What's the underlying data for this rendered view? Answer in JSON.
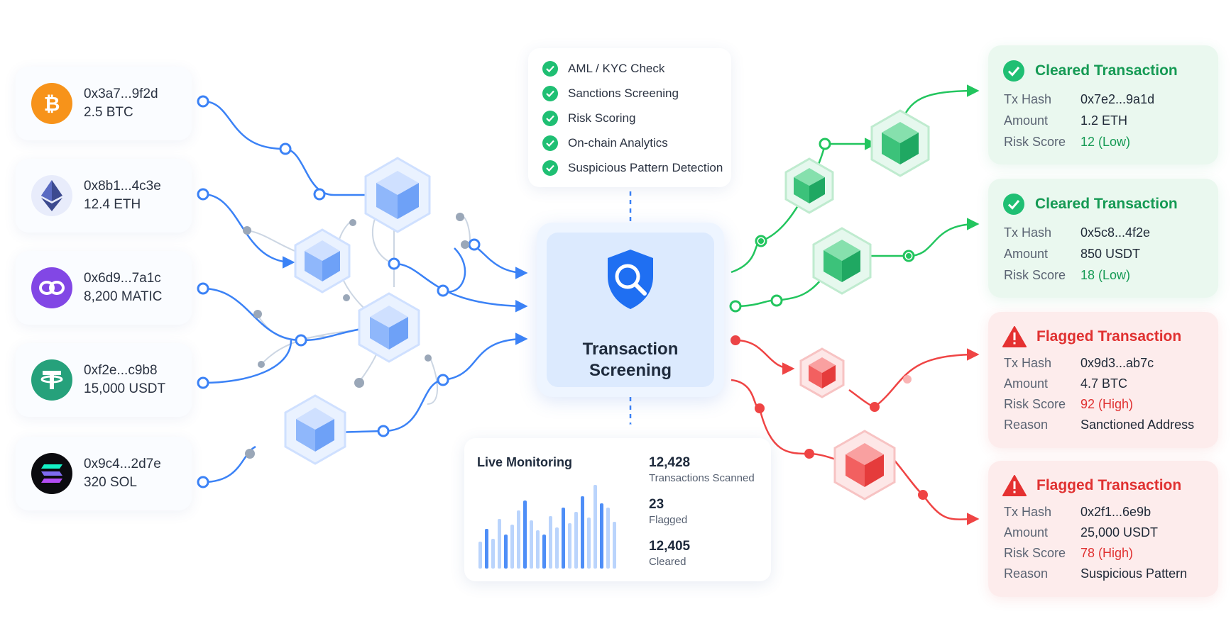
{
  "wallets": [
    {
      "address": "0x3a7...9f2d",
      "amount": "2.5 BTC",
      "icon": "bitcoin-icon",
      "color": "#f7931a"
    },
    {
      "address": "0x8b1...4c3e",
      "amount": "12.4 ETH",
      "icon": "ethereum-icon",
      "color": "#e8ecfb"
    },
    {
      "address": "0x6d9...7a1c",
      "amount": "8,200 MATIC",
      "icon": "polygon-icon",
      "color": "#8247e5"
    },
    {
      "address": "0xf2e...c9b8",
      "amount": "15,000 USDT",
      "icon": "tether-icon",
      "color": "#26a17b"
    },
    {
      "address": "0x9c4...2d7e",
      "amount": "320 SOL",
      "icon": "solana-icon",
      "color": "#0b0b0f"
    }
  ],
  "checks": [
    "AML / KYC Check",
    "Sanctions Screening",
    "Risk Scoring",
    "On-chain Analytics",
    "Suspicious Pattern Detection"
  ],
  "hub": {
    "title_line1": "Transaction",
    "title_line2": "Screening",
    "icon": "shield-search-icon"
  },
  "monitor": {
    "title": "Live Monitoring",
    "stats": [
      {
        "value": "12,428",
        "label": "Transactions Scanned"
      },
      {
        "value": "23",
        "label": "Flagged"
      },
      {
        "value": "12,405",
        "label": "Cleared"
      }
    ]
  },
  "labels": {
    "tx_hash": "Tx Hash",
    "amount": "Amount",
    "risk_score": "Risk Score",
    "reason": "Reason"
  },
  "results": [
    {
      "status": "cleared",
      "title": "Cleared Transaction",
      "tx_hash": "0x7e2...9a1d",
      "amount": "1.2 ETH",
      "risk_score": "12 (Low)"
    },
    {
      "status": "cleared",
      "title": "Cleared Transaction",
      "tx_hash": "0x5c8...4f2e",
      "amount": "850 USDT",
      "risk_score": "18 (Low)"
    },
    {
      "status": "flagged",
      "title": "Flagged Transaction",
      "tx_hash": "0x9d3...ab7c",
      "amount": "4.7 BTC",
      "risk_score": "92 (High)",
      "reason": "Sanctioned Address"
    },
    {
      "status": "flagged",
      "title": "Flagged Transaction",
      "tx_hash": "0x2f1...6e9b",
      "amount": "25,000 USDT",
      "risk_score": "78 (High)",
      "reason": "Suspicious Pattern"
    }
  ],
  "colors": {
    "blue": "#3b82f6",
    "green": "#22c55e",
    "red": "#ef4444",
    "gray": "#9aa7b8"
  }
}
